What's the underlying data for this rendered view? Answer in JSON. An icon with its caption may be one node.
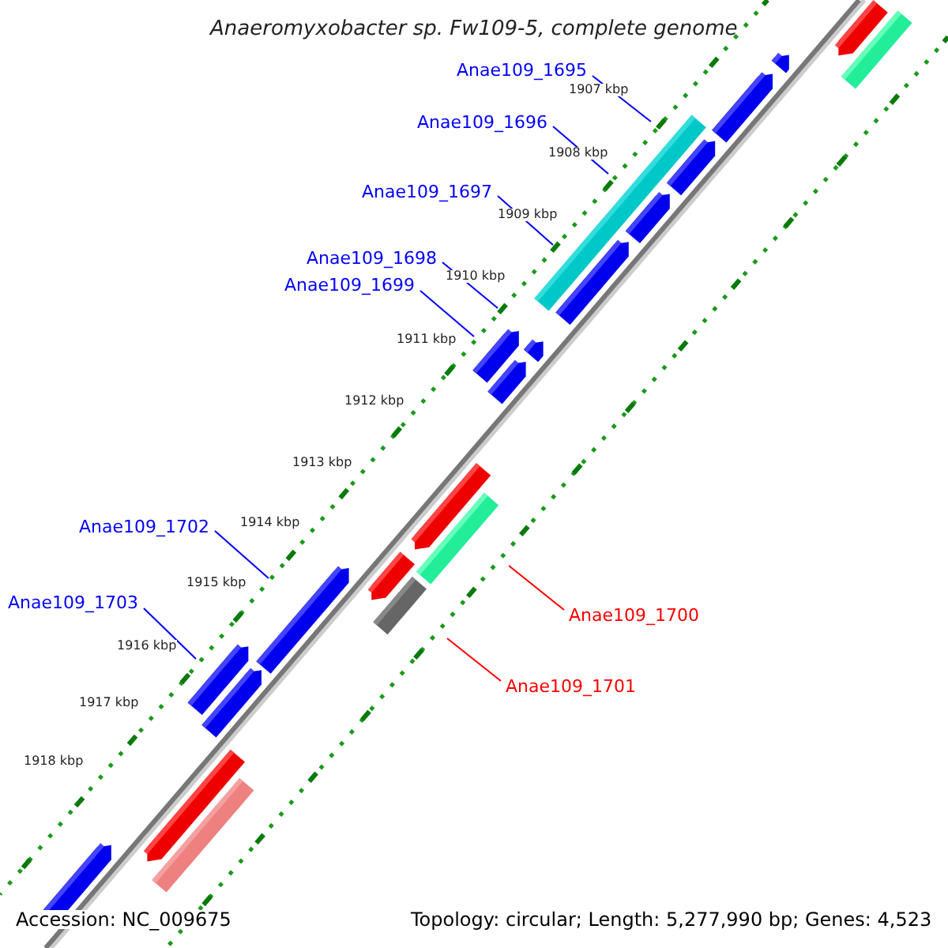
{
  "diagram": {
    "title": "Anaeromyxobacter sp. Fw109-5, complete genome",
    "nodes": [
      {
        "text": [
          "Anae109_1695"
        ]
      },
      {
        "text": [
          "Anae109_1696"
        ]
      },
      {
        "text": [
          "Anae109_1697"
        ]
      },
      {
        "text": [
          "Anae109_1698"
        ]
      },
      {
        "text": [
          "Anae109_1699"
        ]
      },
      {
        "text": [
          "Anae109_1702"
        ]
      },
      {
        "text": [
          "Anae109_1703"
        ]
      },
      {
        "text": [
          "Anae109_1700"
        ]
      },
      {
        "text": [
          "Anae109_1701"
        ]
      }
    ],
    "edges": [
      {
        "from": 0,
        "to": null,
        "arrow": "none"
      },
      {
        "from": 1,
        "to": null,
        "arrow": "none"
      },
      {
        "from": 2,
        "to": null,
        "arrow": "none"
      },
      {
        "from": 3,
        "to": null,
        "arrow": "none"
      },
      {
        "from": 4,
        "to": null,
        "arrow": "none"
      },
      {
        "from": 5,
        "to": null,
        "arrow": "none"
      },
      {
        "from": 6,
        "to": null,
        "arrow": "none"
      },
      {
        "from": 7,
        "to": null,
        "arrow": "none",
        "color": "#ff0000"
      },
      {
        "from": 8,
        "to": null,
        "arrow": "none",
        "color": "#ff0000"
      }
    ],
    "labels": [
      "1907 kbp",
      "1908 kbp",
      "1909 kbp",
      "1910 kbp",
      "1911 kbp",
      "1912 kbp",
      "1913 kbp",
      "1914 kbp",
      "1915 kbp",
      "1916 kbp",
      "1917 kbp",
      "1918 kbp",
      "Accession: NC_009675",
      "Topology: circular; Length: 5,277,990 bp; Genes: 4,523"
    ]
  }
}
